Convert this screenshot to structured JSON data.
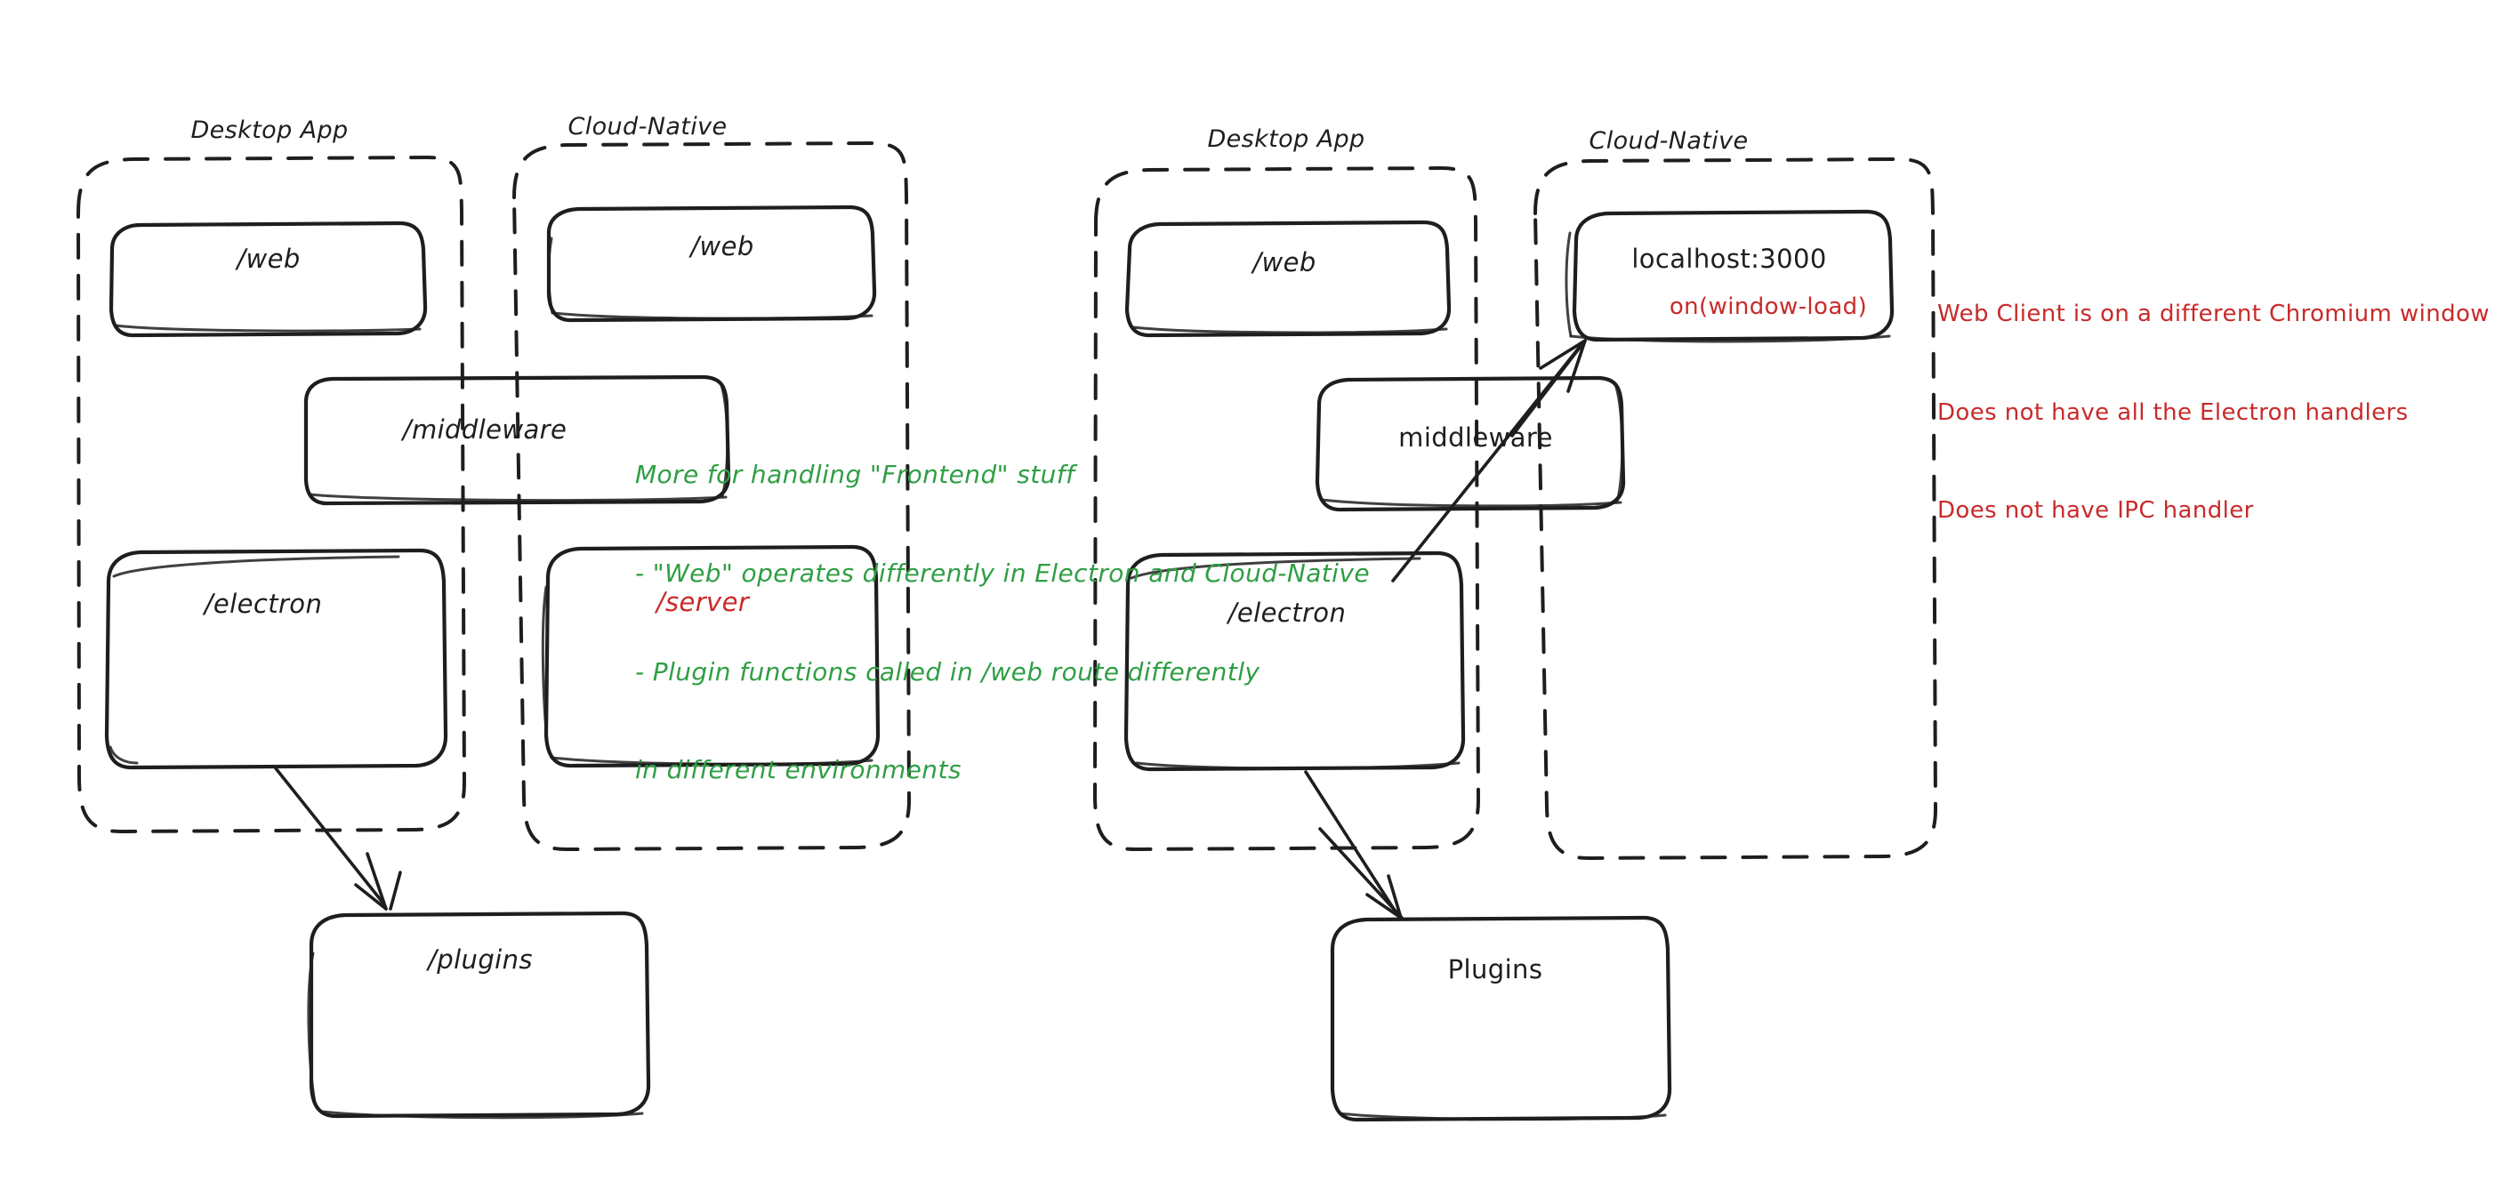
{
  "diagram": {
    "type": "hand-drawn-architecture-diagram",
    "background": "#ffffff",
    "stroke_color": "#1e1e1e",
    "accent_green": "#2f9e44",
    "accent_red": "#c92a2a"
  },
  "left_diagram": {
    "groups": [
      {
        "id": "left-desktop-app",
        "label": "Desktop App"
      },
      {
        "id": "left-cloud-native",
        "label": "Cloud-Native"
      }
    ],
    "nodes": [
      {
        "id": "left-desktop-web",
        "label": "/web"
      },
      {
        "id": "left-cloud-web",
        "label": "/web"
      },
      {
        "id": "left-middleware",
        "label": "/middleware"
      },
      {
        "id": "left-electron",
        "label": "/electron"
      },
      {
        "id": "left-server",
        "label": "/server"
      },
      {
        "id": "left-plugins",
        "label": "/plugins"
      }
    ],
    "note_green": [
      "More for handling \"Frontend\" stuff",
      "- \"Web\" operates differently in Electron and Cloud-Native",
      "- Plugin functions called in /web route differently",
      "in different environments"
    ]
  },
  "right_diagram": {
    "groups": [
      {
        "id": "right-desktop-app",
        "label": "Desktop App"
      },
      {
        "id": "right-cloud-native",
        "label": "Cloud-Native"
      }
    ],
    "nodes": [
      {
        "id": "right-desktop-web",
        "label": "/web"
      },
      {
        "id": "right-localhost",
        "label": "localhost:3000",
        "sublabel": "on(window-load)"
      },
      {
        "id": "right-middleware",
        "label": "middleware"
      },
      {
        "id": "right-electron",
        "label": "/electron"
      },
      {
        "id": "right-plugins",
        "label": "Plugins"
      }
    ],
    "note_red": [
      "Web Client is on a different Chromium window",
      "Does not have all the Electron handlers",
      "Does not have IPC handler"
    ]
  }
}
